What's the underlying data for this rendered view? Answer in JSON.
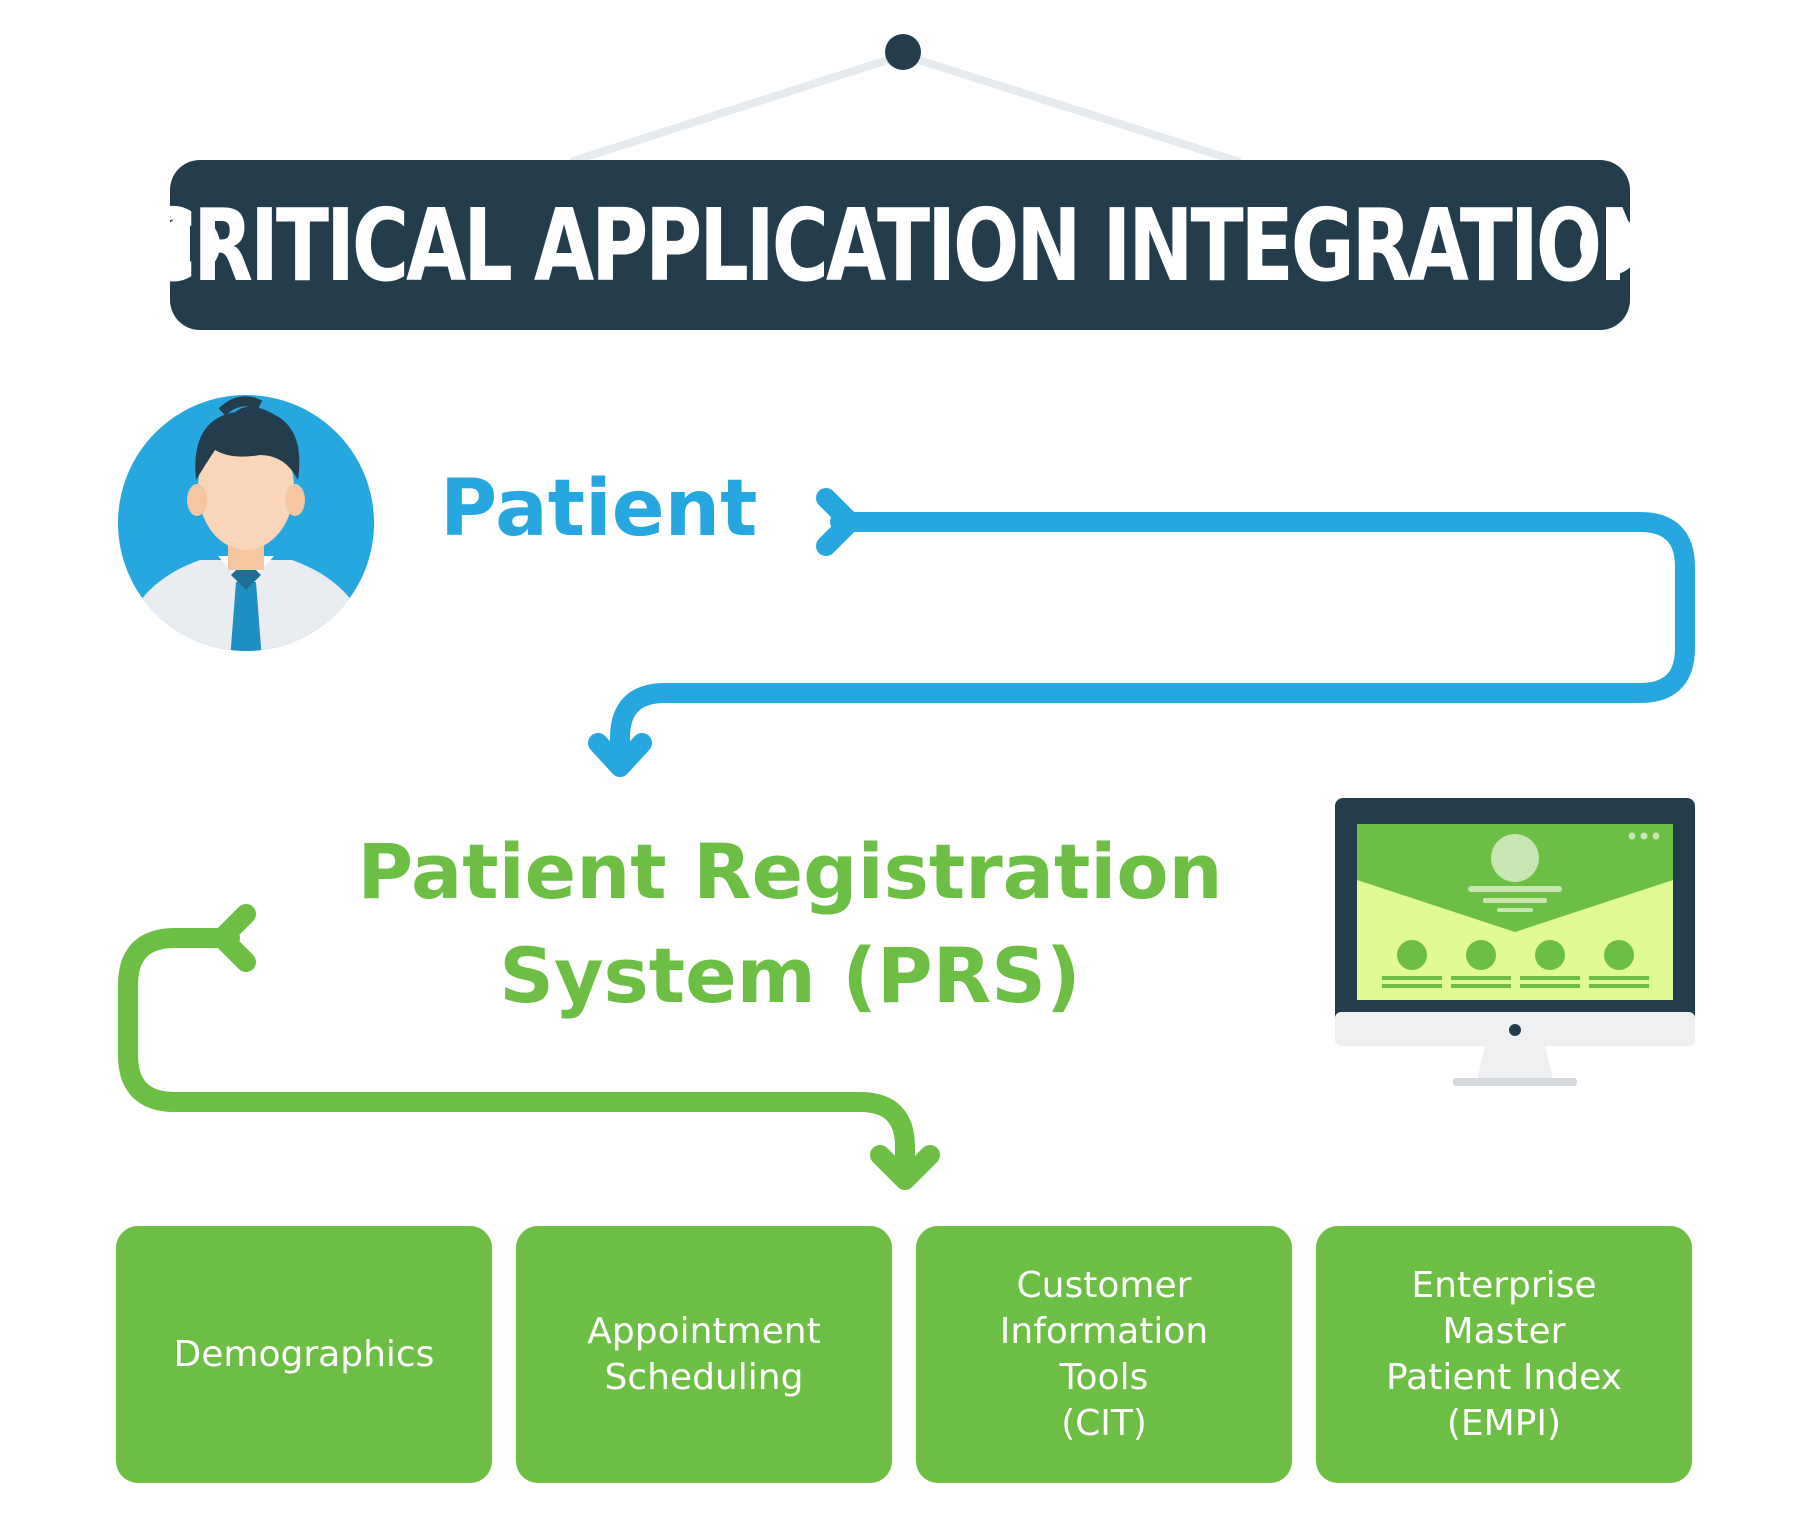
{
  "banner": {
    "title": "CRITICAL APPLICATION INTEGRATION"
  },
  "patient": {
    "label": "Patient",
    "icon": "person-avatar-icon"
  },
  "prs": {
    "title": "Patient Registration\nSystem (PRS)",
    "icon": "desktop-monitor-icon"
  },
  "components": [
    {
      "label": "Demographics"
    },
    {
      "label": "Appointment\nScheduling"
    },
    {
      "label": "Customer\nInformation\nTools\n(CIT)"
    },
    {
      "label": "Enterprise\nMaster\nPatient Index\n(EMPI)"
    }
  ],
  "colors": {
    "banner": "#233d4d",
    "patient_blue": "#26a7df",
    "prs_green": "#6cbe45",
    "screen_light": "#dffb91",
    "avatar_bg": "#26a7df"
  }
}
